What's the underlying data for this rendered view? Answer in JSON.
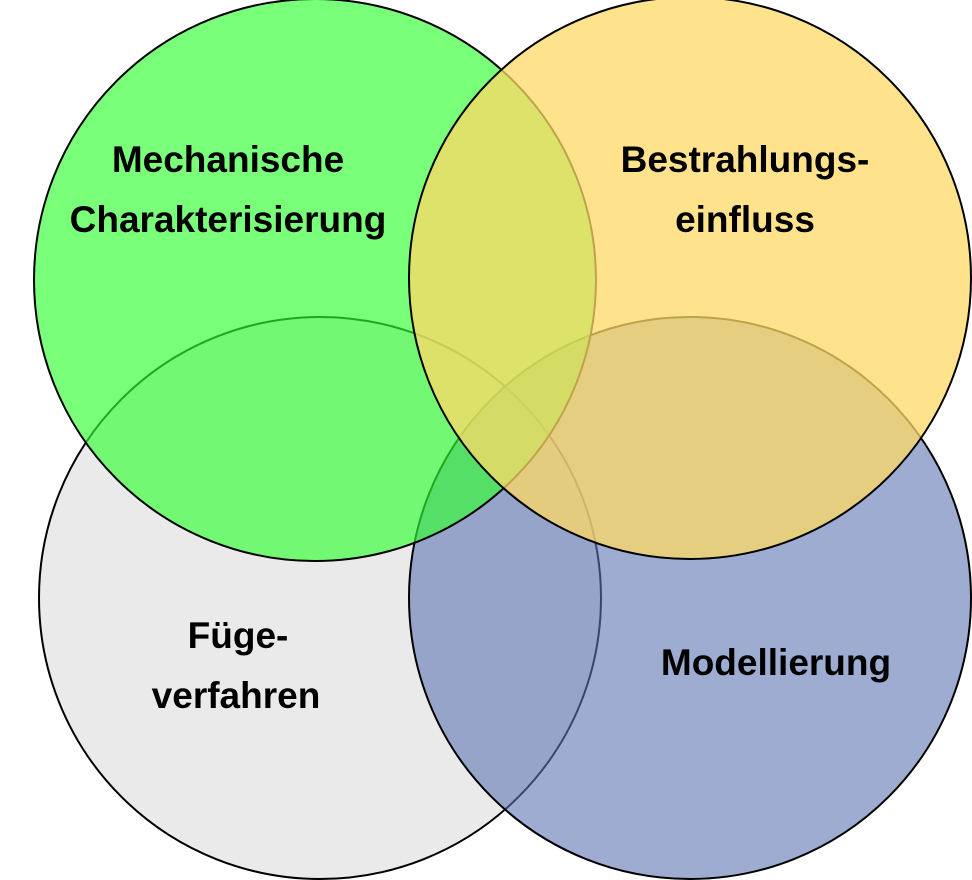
{
  "diagram": {
    "sets": [
      {
        "id": "mechanische",
        "lines": [
          "Mechanische",
          "Charakterisierung"
        ],
        "fill": "#33ff33"
      },
      {
        "id": "bestrahlung",
        "lines": [
          "Bestrahlungs-",
          "einfluss"
        ],
        "fill": "#ffd966"
      },
      {
        "id": "fuege",
        "lines": [
          "Füge-",
          "verfahren"
        ],
        "fill": "#d9d9d9"
      },
      {
        "id": "modellierung",
        "lines": [
          "Modellierung"
        ],
        "fill": "#5b74b0"
      }
    ]
  }
}
